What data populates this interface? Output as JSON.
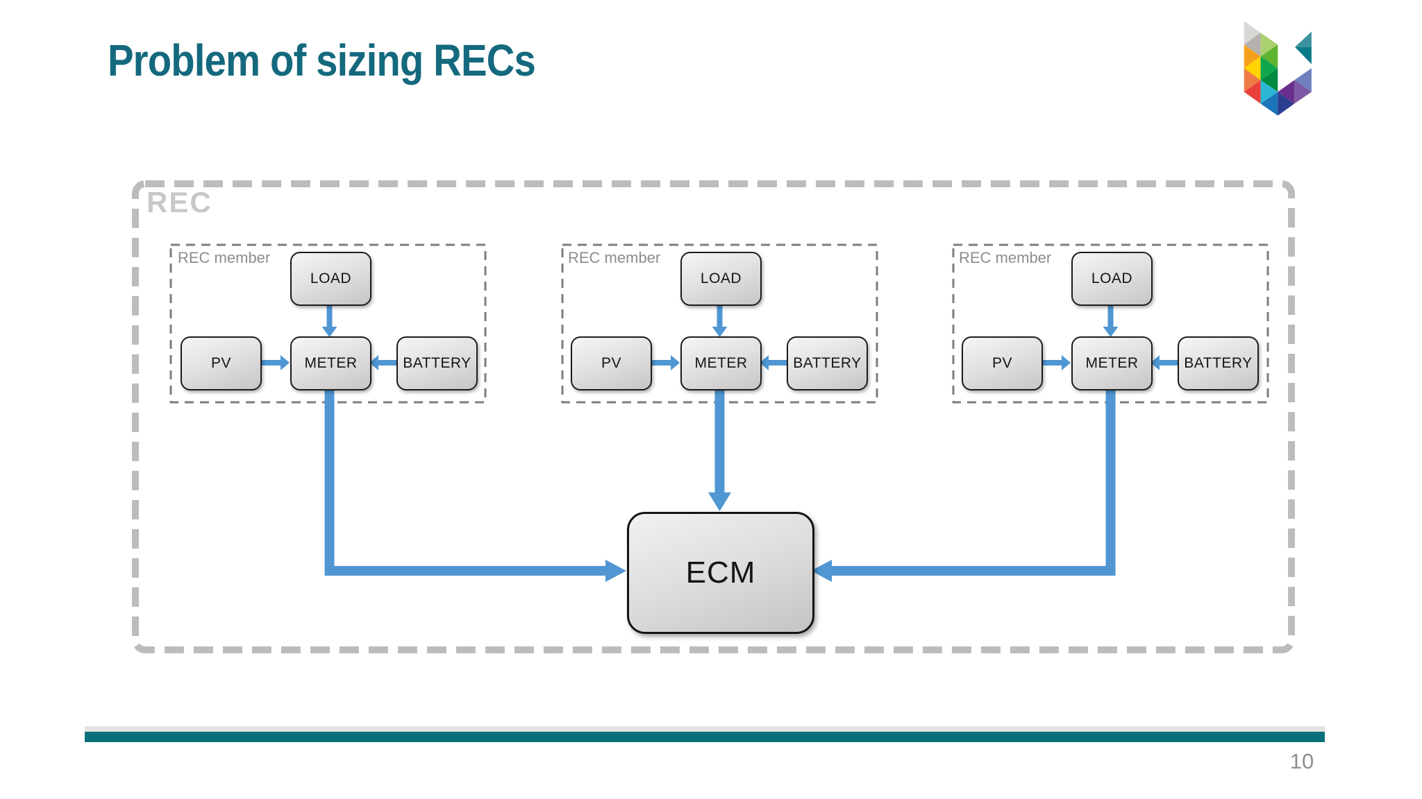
{
  "slide": {
    "title": "Problem of sizing RECs",
    "page_number": "10"
  },
  "diagram": {
    "rec_label": "REC",
    "hub_label": "ECM",
    "members": [
      {
        "label": "REC member",
        "nodes": {
          "load": "LOAD",
          "pv": "PV",
          "meter": "METER",
          "battery": "BATTERY"
        }
      },
      {
        "label": "REC member",
        "nodes": {
          "load": "LOAD",
          "pv": "PV",
          "meter": "METER",
          "battery": "BATTERY"
        }
      },
      {
        "label": "REC member",
        "nodes": {
          "load": "LOAD",
          "pv": "PV",
          "meter": "METER",
          "battery": "BATTERY"
        }
      }
    ]
  },
  "colors": {
    "title_teal": "#14697e",
    "footer_teal": "#0b6f7a",
    "arrow_blue": "#4f96d3",
    "rec_border_gray": "#bcbcbc",
    "member_border_gray": "#7d7d7d"
  }
}
